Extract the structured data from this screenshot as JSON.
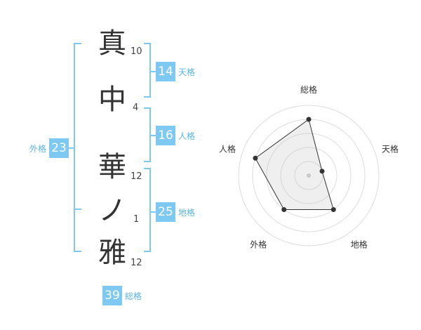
{
  "name_chars": [
    {
      "char": "真",
      "strokes": "10"
    },
    {
      "char": "中",
      "strokes": "4"
    },
    {
      "char": "華",
      "strokes": "12"
    },
    {
      "char": "ノ",
      "strokes": "1"
    },
    {
      "char": "雅",
      "strokes": "12"
    }
  ],
  "fortunes": {
    "tenkaku": {
      "value": "14",
      "label": "天格"
    },
    "jinkaku": {
      "value": "16",
      "label": "人格"
    },
    "chikaku": {
      "value": "25",
      "label": "地格"
    },
    "gaikaku": {
      "value": "23",
      "label": "外格"
    },
    "soukaku": {
      "value": "39",
      "label": "総格"
    }
  },
  "colors": {
    "accent": "#7dc9f2",
    "accent_text": "#5ab4e6",
    "bracket": "#7dc9f2"
  },
  "chart_data": {
    "type": "radar",
    "axes": [
      "総格",
      "天格",
      "地格",
      "外格",
      "人格"
    ],
    "levels": 5,
    "values": [
      4,
      1,
      3,
      3,
      4
    ],
    "max": 5
  }
}
